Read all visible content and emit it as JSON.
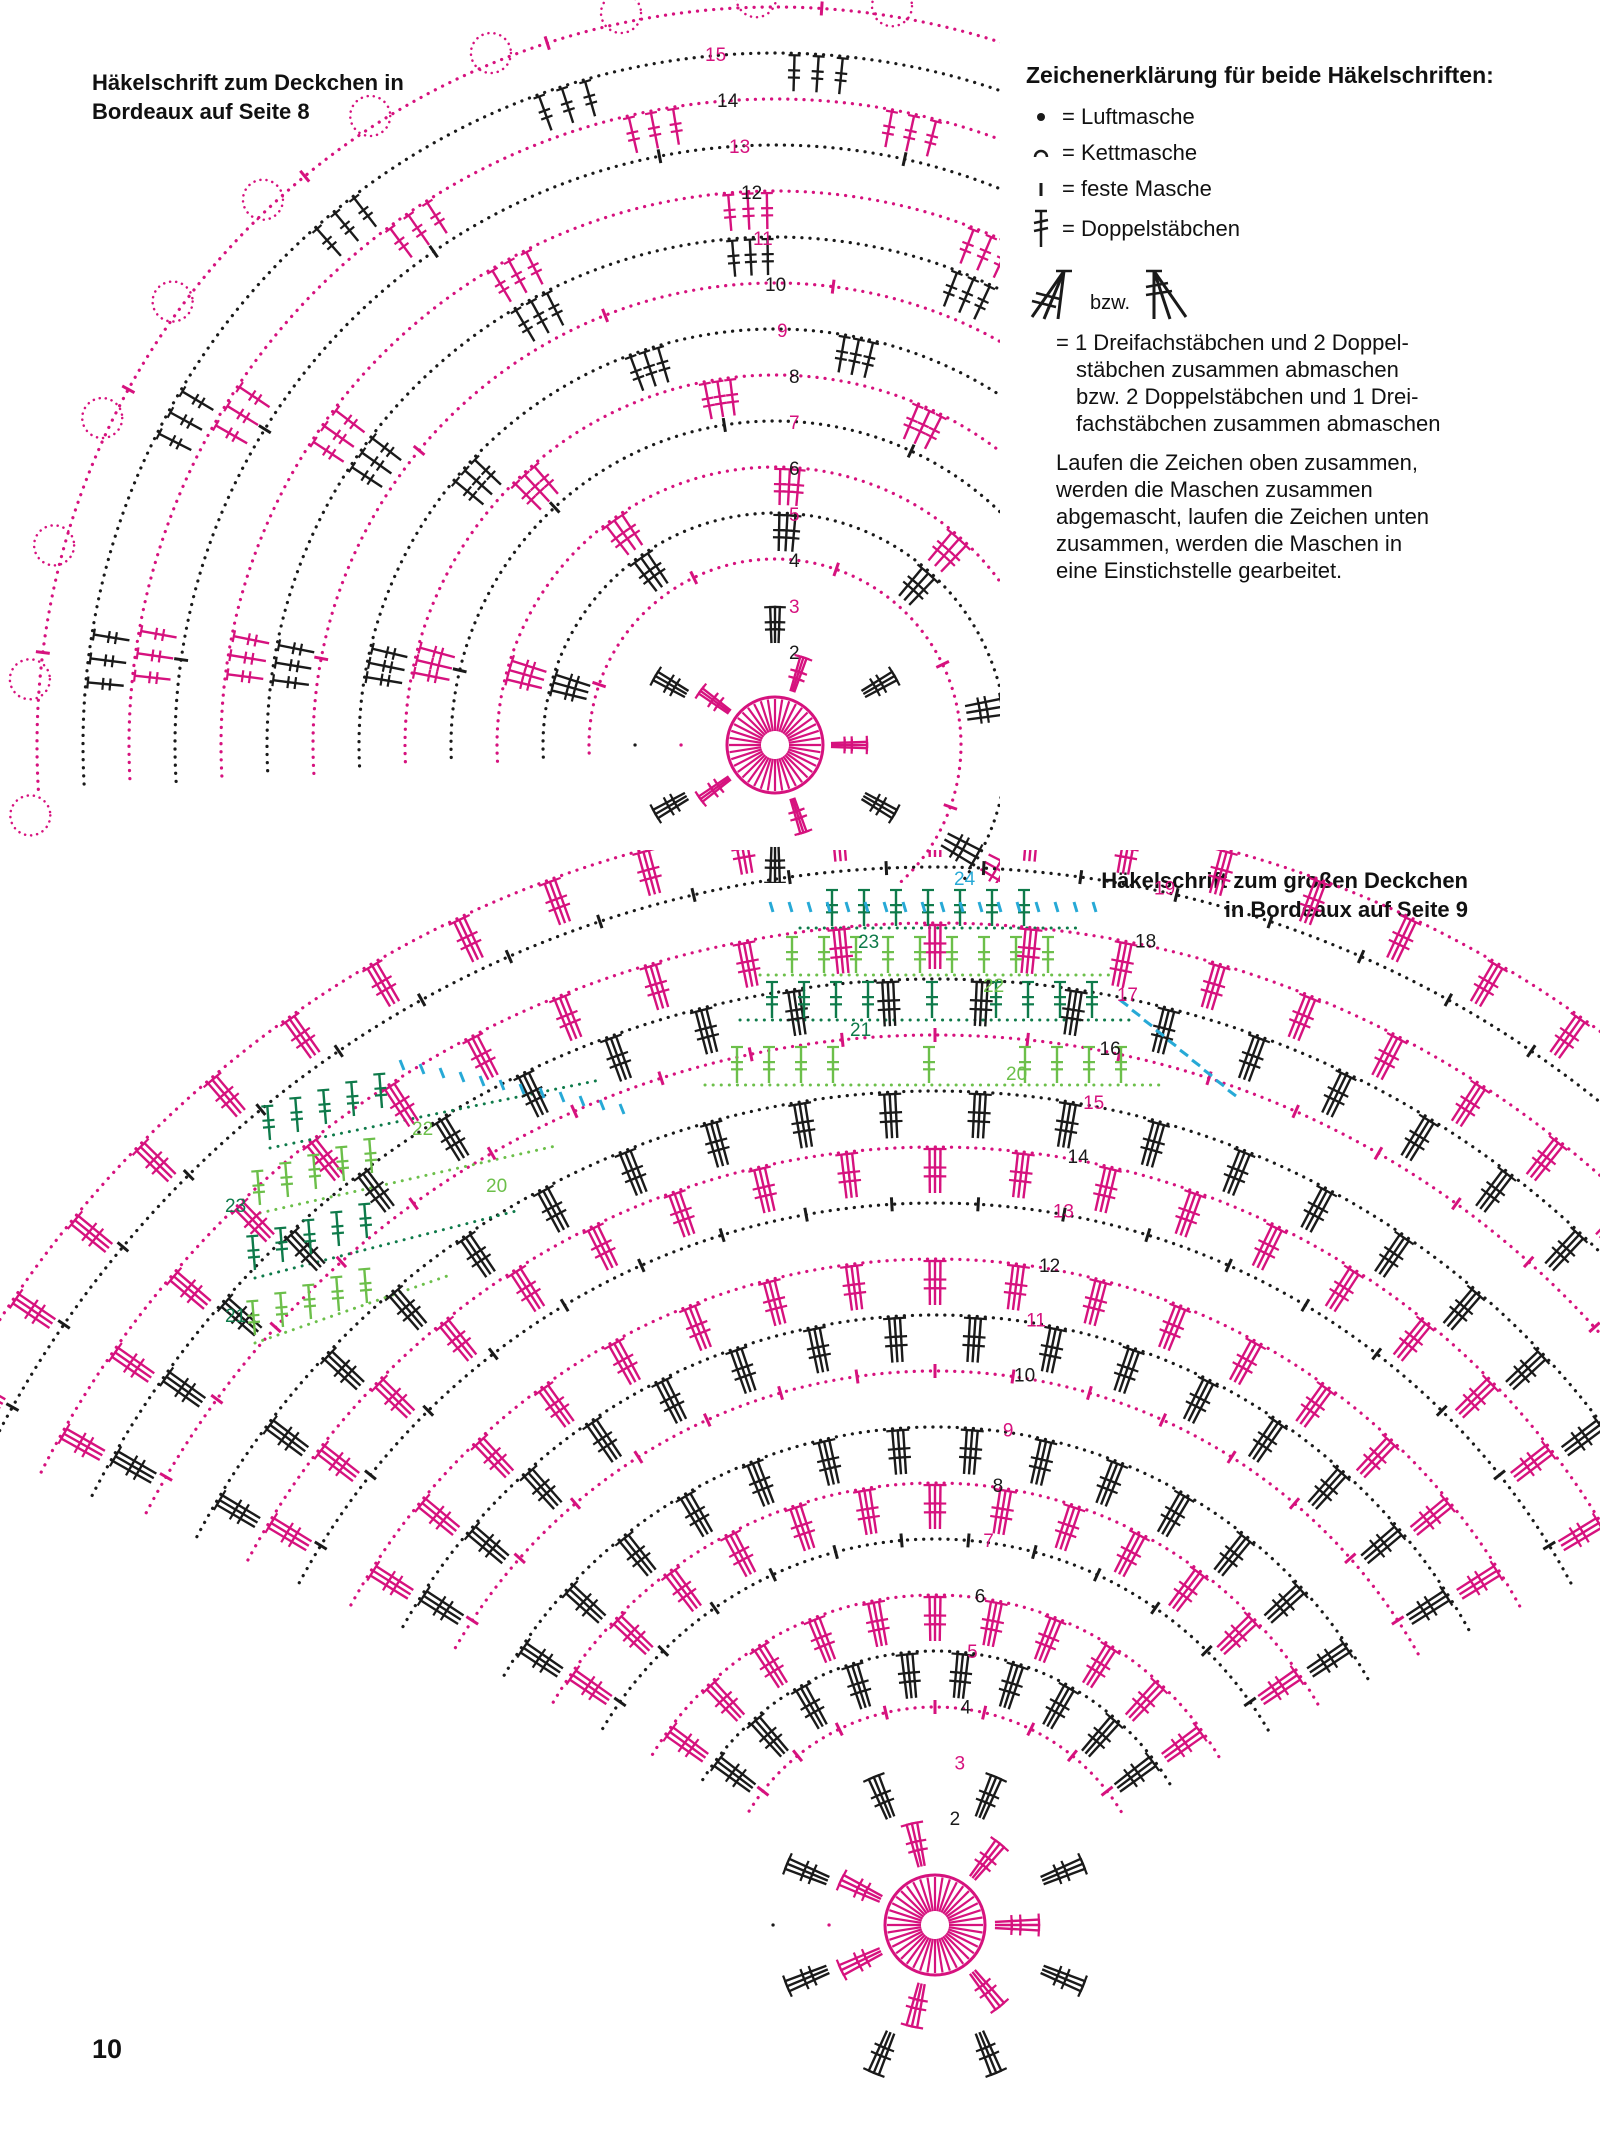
{
  "page_number": "10",
  "chart1": {
    "title_line1": "Häkelschrift zum Deckchen in",
    "title_line2": "Bordeaux auf Seite 8",
    "round_numbers": [
      "2",
      "3",
      "4",
      "5",
      "6",
      "7",
      "8",
      "9",
      "10",
      "11",
      "12",
      "13",
      "14",
      "15"
    ]
  },
  "chart2": {
    "title_line1": "Häkelschrift zum großen Deckchen",
    "title_line2": "in Bordeaux auf Seite 9",
    "round_numbers": [
      "2",
      "3",
      "4",
      "5",
      "6",
      "7",
      "8",
      "9",
      "10",
      "11",
      "12",
      "13",
      "14",
      "15",
      "16",
      "17",
      "18",
      "19",
      "20",
      "21",
      "22",
      "23",
      "24"
    ],
    "side_numbers": [
      "20",
      "21",
      "22",
      "23"
    ]
  },
  "legend": {
    "title": "Zeichenerklärung für beide Häkelschriften:",
    "items": [
      {
        "symbol": "chain-stitch-icon",
        "label": "= Luftmasche"
      },
      {
        "symbol": "slip-stitch-icon",
        "label": "= Kettmasche"
      },
      {
        "symbol": "single-crochet-icon",
        "label": "= feste Masche"
      },
      {
        "symbol": "double-treble-icon",
        "label": "= Doppelstäbchen"
      }
    ],
    "combo_or": "bzw.",
    "combo_desc_1": "= 1 Dreifachstäbchen und 2 Doppel-",
    "combo_desc_2": "stäbchen zusammen abmaschen",
    "combo_desc_3": "bzw. 2 Doppelstäbchen und 1 Drei-",
    "combo_desc_4": "fachstäbchen zusammen abmaschen",
    "note_1": "Laufen die Zeichen oben zusammen,",
    "note_2": "werden die Maschen zusammen",
    "note_3": "abgemascht, laufen die Zeichen unten",
    "note_4": "zusammen, werden die Maschen in",
    "note_5": "eine Einstichstelle gearbeitet."
  },
  "colors": {
    "magenta": "#d6127e",
    "black": "#1a1a1a",
    "dark_green": "#0e7a4a",
    "light_green": "#6cbf4a",
    "cyan": "#27a9d6"
  }
}
